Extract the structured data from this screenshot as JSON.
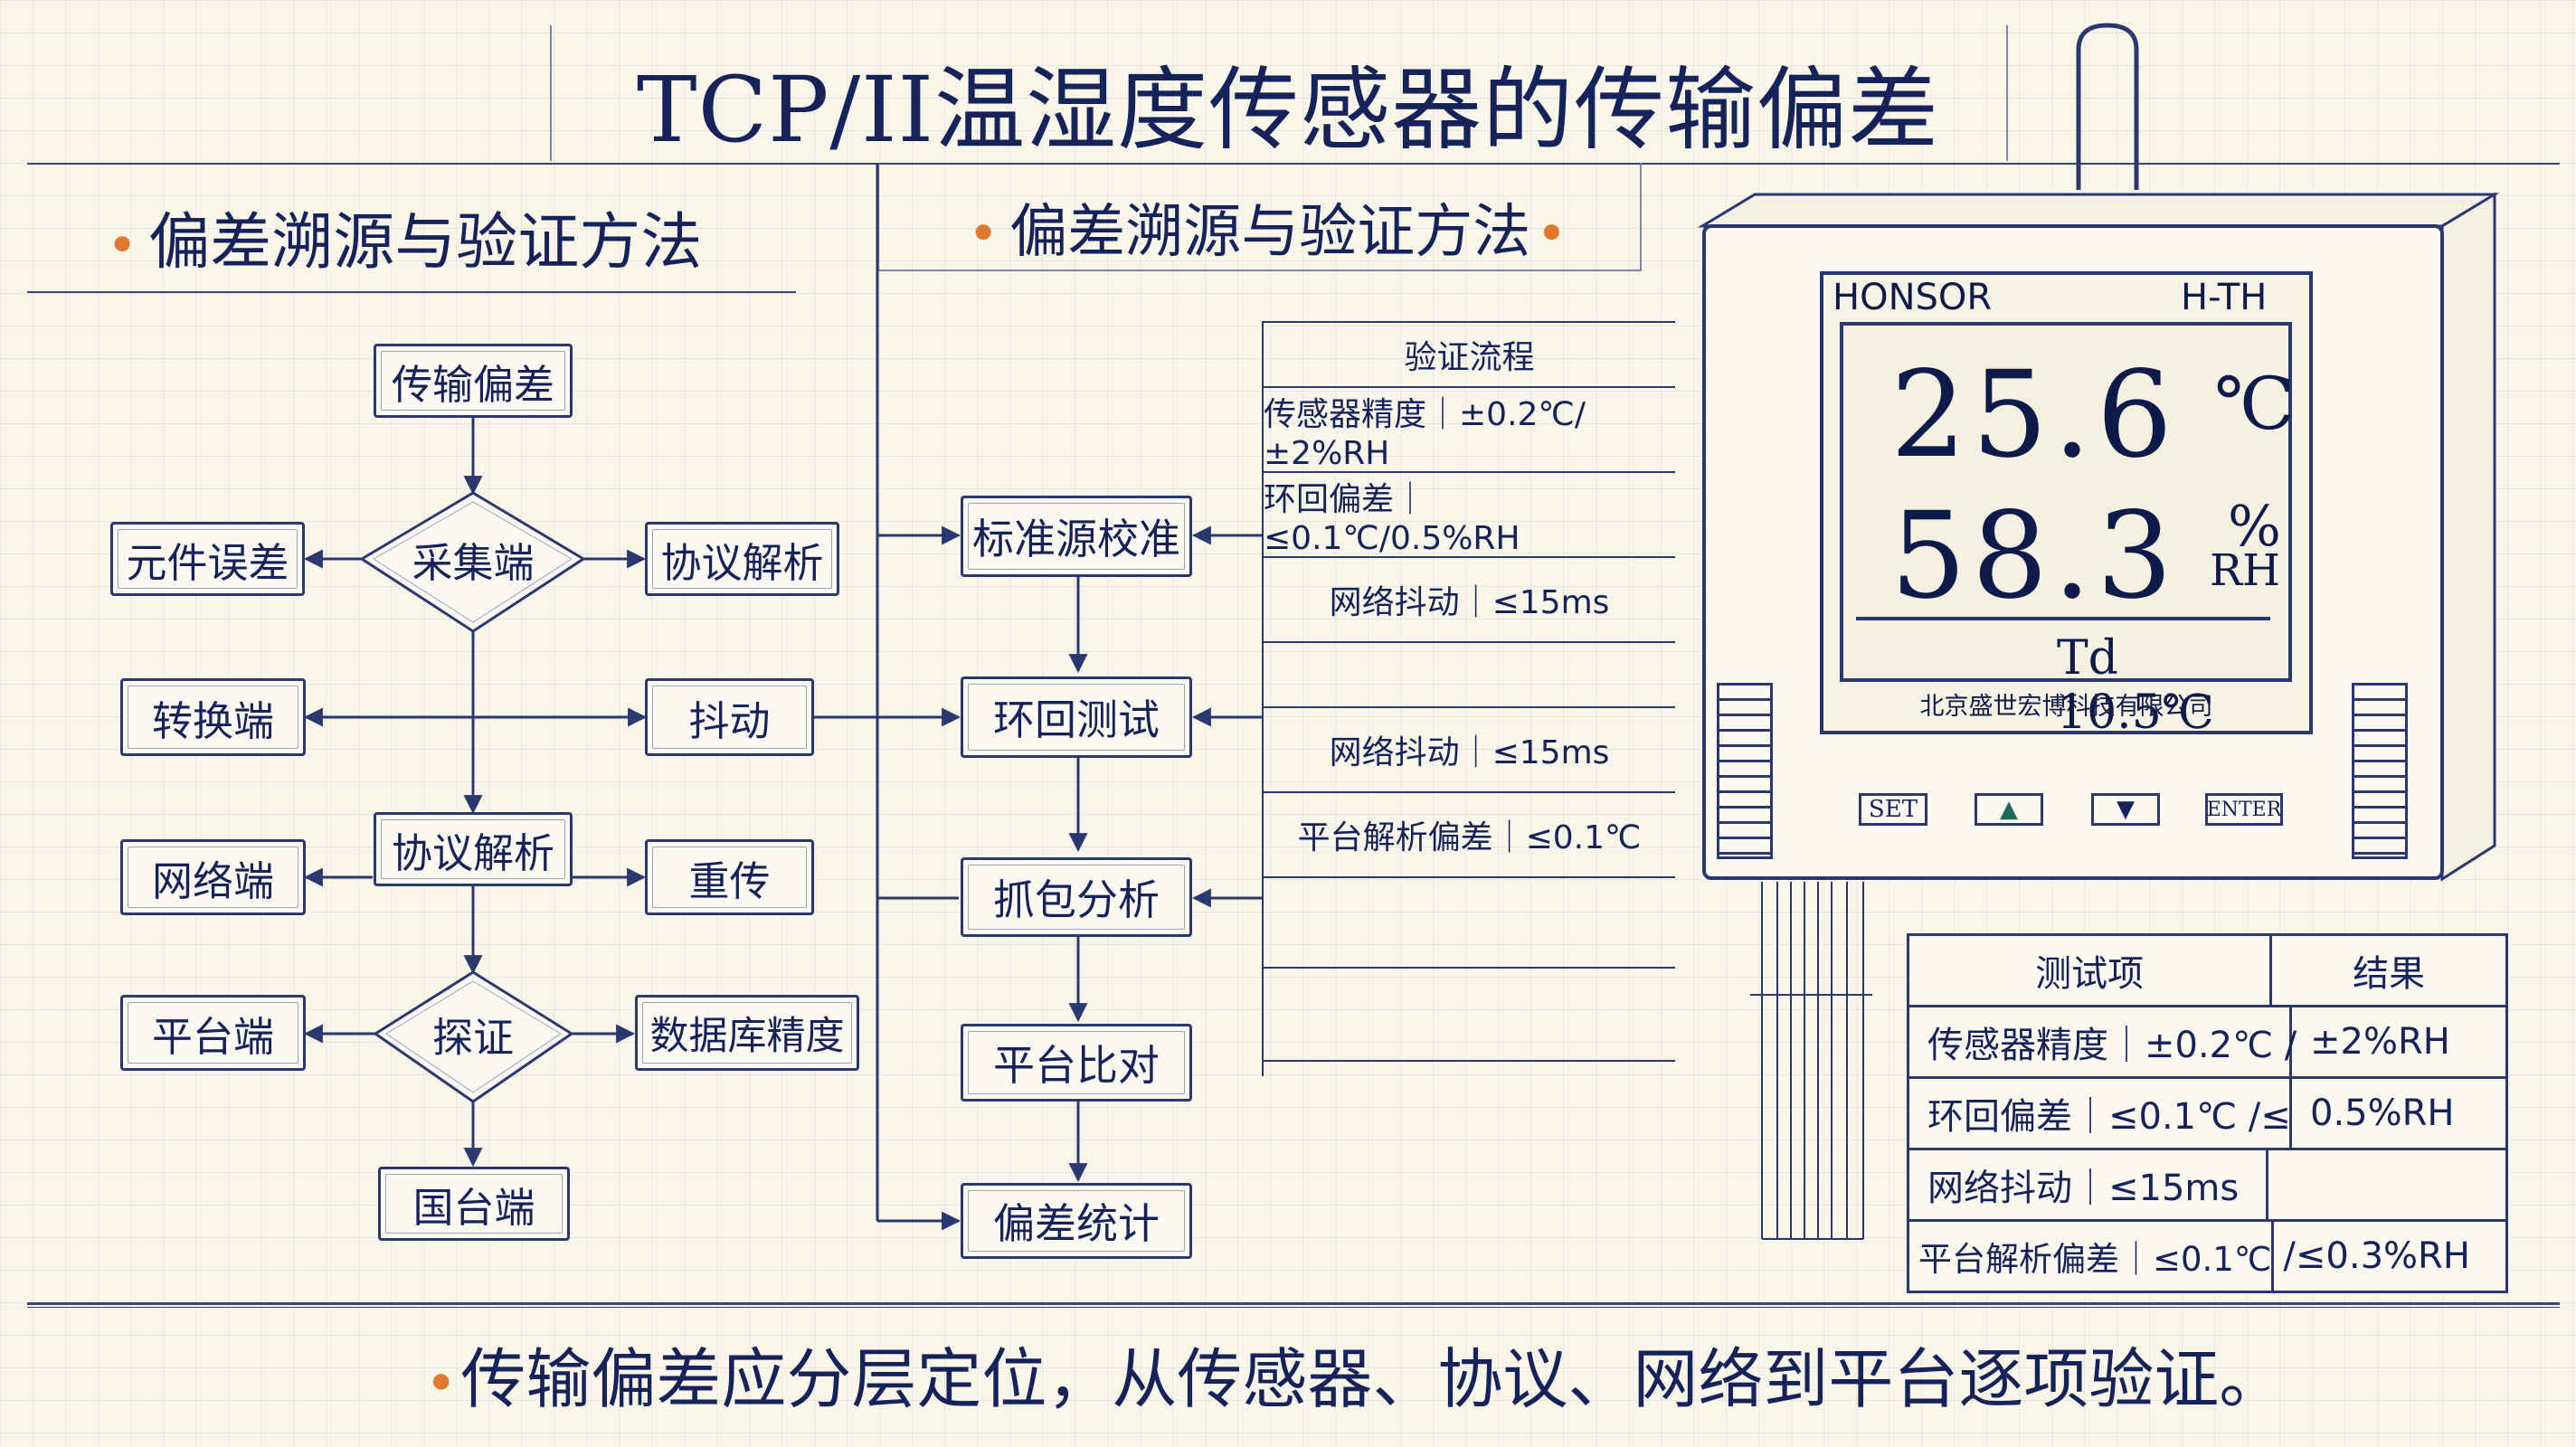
{
  "title": "TCP/II温湿度传感器的传输偏差",
  "left_section_title": "偏差溯源与验证方法",
  "mid_section_title": "偏差溯源与验证方法",
  "flow": {
    "top": "传输偏差",
    "collect": "采集端",
    "component_error": "元件误差",
    "protocol_parse_1": "协议解析",
    "convert": "转换端",
    "jitter": "抖动",
    "protocol_parse_2": "协议解析",
    "network": "网络端",
    "retransmit": "重传",
    "probe": "探证",
    "platform": "平台端",
    "db_precision": "数据库精度",
    "bottom": "国台端"
  },
  "steps": [
    "标准源校准",
    "环回测试",
    "抓包分析",
    "平台比对",
    "偏差统计"
  ],
  "verify_table": {
    "header": "验证流程",
    "rows": [
      "传感器精度｜±0.2℃/±2%RH",
      "环回偏差｜≤0.1℃/0.5%RH",
      "网络抖动｜≤15ms",
      "",
      "网络抖动｜≤15ms",
      "平台解析偏差｜≤0.1℃",
      "",
      ""
    ]
  },
  "device": {
    "brand": "HONSOR",
    "model": "H-TH",
    "temperature": "25.6",
    "temp_unit": "℃",
    "humidity": "58.3",
    "hum_unit_top": "%",
    "hum_unit_bottom": "RH",
    "dewpoint": "Td 10.5℃",
    "company": "北京盛世宏博科技有限公司",
    "buttons": {
      "set": "SET",
      "up": "▲",
      "down": "▼",
      "enter": "ENTER"
    }
  },
  "results_table": {
    "headers": [
      "测试项",
      "结果"
    ],
    "rows": [
      [
        "传感器精度｜±0.2℃ /",
        "±2%RH"
      ],
      [
        "环回偏差｜≤0.1℃ /≤",
        "0.5%RH"
      ],
      [
        "网络抖动｜≤15ms",
        ""
      ],
      [
        "平台解析偏差｜≤0.1℃",
        "/≤0.3%RH"
      ]
    ]
  },
  "conclusion": "传输偏差应分层定位，从传感器、协议、网络到平台逐项验证。"
}
